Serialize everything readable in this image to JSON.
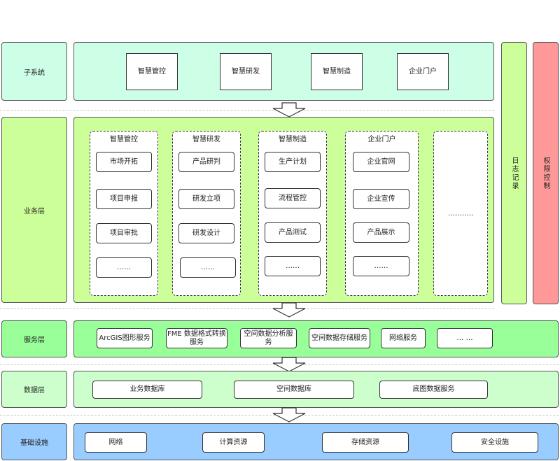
{
  "colors": {
    "subsystem": "#ccffe6",
    "business": "#ccff99",
    "service": "#99ff99",
    "data": "#ccffcc",
    "infra": "#99ccff",
    "log": "#ccff99",
    "permission": "#ff9999"
  },
  "layers": {
    "subsystem": {
      "label": "子系统",
      "items": [
        "智慧管控",
        "智慧研发",
        "智慧制造",
        "企业门户"
      ]
    },
    "business": {
      "label": "业务层",
      "groups": [
        {
          "title": "智慧管控",
          "items": [
            "市场开拓",
            "项目申报",
            "项目审批",
            "……"
          ]
        },
        {
          "title": "智慧研发",
          "items": [
            "产品研判",
            "研发立项",
            "研发设计",
            "……"
          ]
        },
        {
          "title": "智慧制造",
          "items": [
            "生产计划",
            "流程管控",
            "产品测试",
            "……"
          ]
        },
        {
          "title": "企业门户",
          "items": [
            "企业官网",
            "企业宣传",
            "产品展示",
            "……"
          ]
        }
      ],
      "extra": "……….."
    },
    "service": {
      "label": "服务层",
      "items": [
        "ArcGIS图形服务",
        "FME 数据格式转换服务",
        "空间数据分析服务",
        "空间数据存储服务",
        "网络服务",
        "… …"
      ]
    },
    "data": {
      "label": "数据层",
      "items": [
        "业务数据库",
        "空间数据库",
        "底图数据服务"
      ]
    },
    "infra": {
      "label": "基础设施",
      "items": [
        "网络",
        "计算资源",
        "存储资源",
        "安全设施"
      ]
    }
  },
  "side": {
    "log": "日志记录",
    "permission": "权限控制"
  }
}
